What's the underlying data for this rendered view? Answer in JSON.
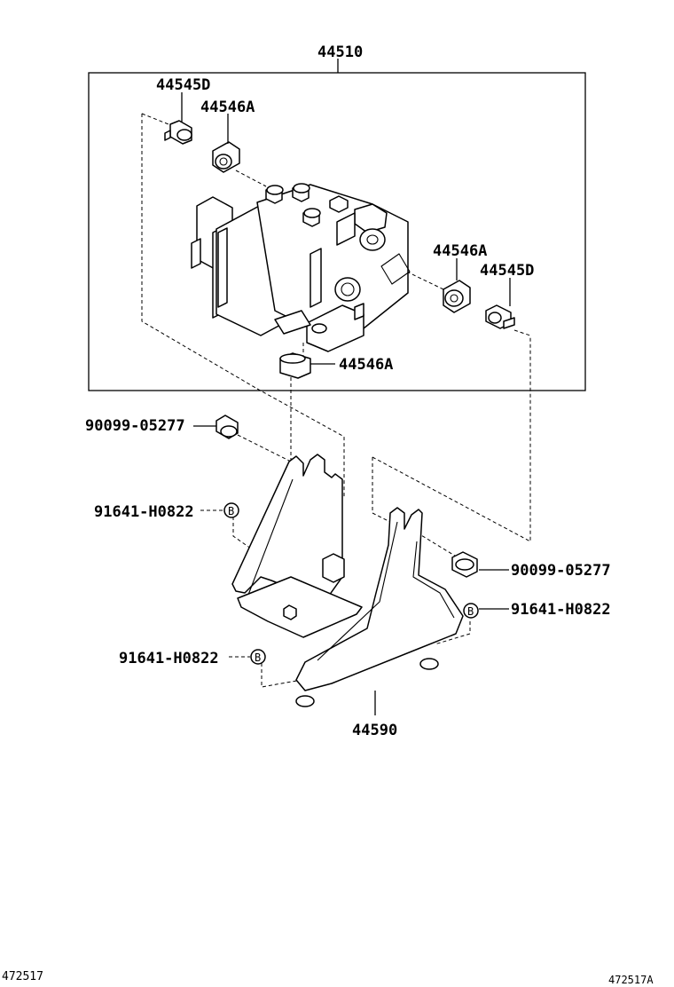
{
  "labels": {
    "assembly": "44510",
    "sensor_top_left": "44545D",
    "grommet_top_left": "44546A",
    "grommet_right": "44546A",
    "sensor_right": "44545D",
    "grommet_bottom": "44546A",
    "bolt_left": "90099-05277",
    "nut_left": "91641-H0822",
    "bolt_right": "90099-05277",
    "nut_right": "91641-H0822",
    "nut_bottom": "91641-H0822",
    "bracket": "44590"
  },
  "symbols": {
    "b_marker": "B"
  },
  "footer": {
    "left_code": "472517",
    "right_code": "472517A"
  }
}
